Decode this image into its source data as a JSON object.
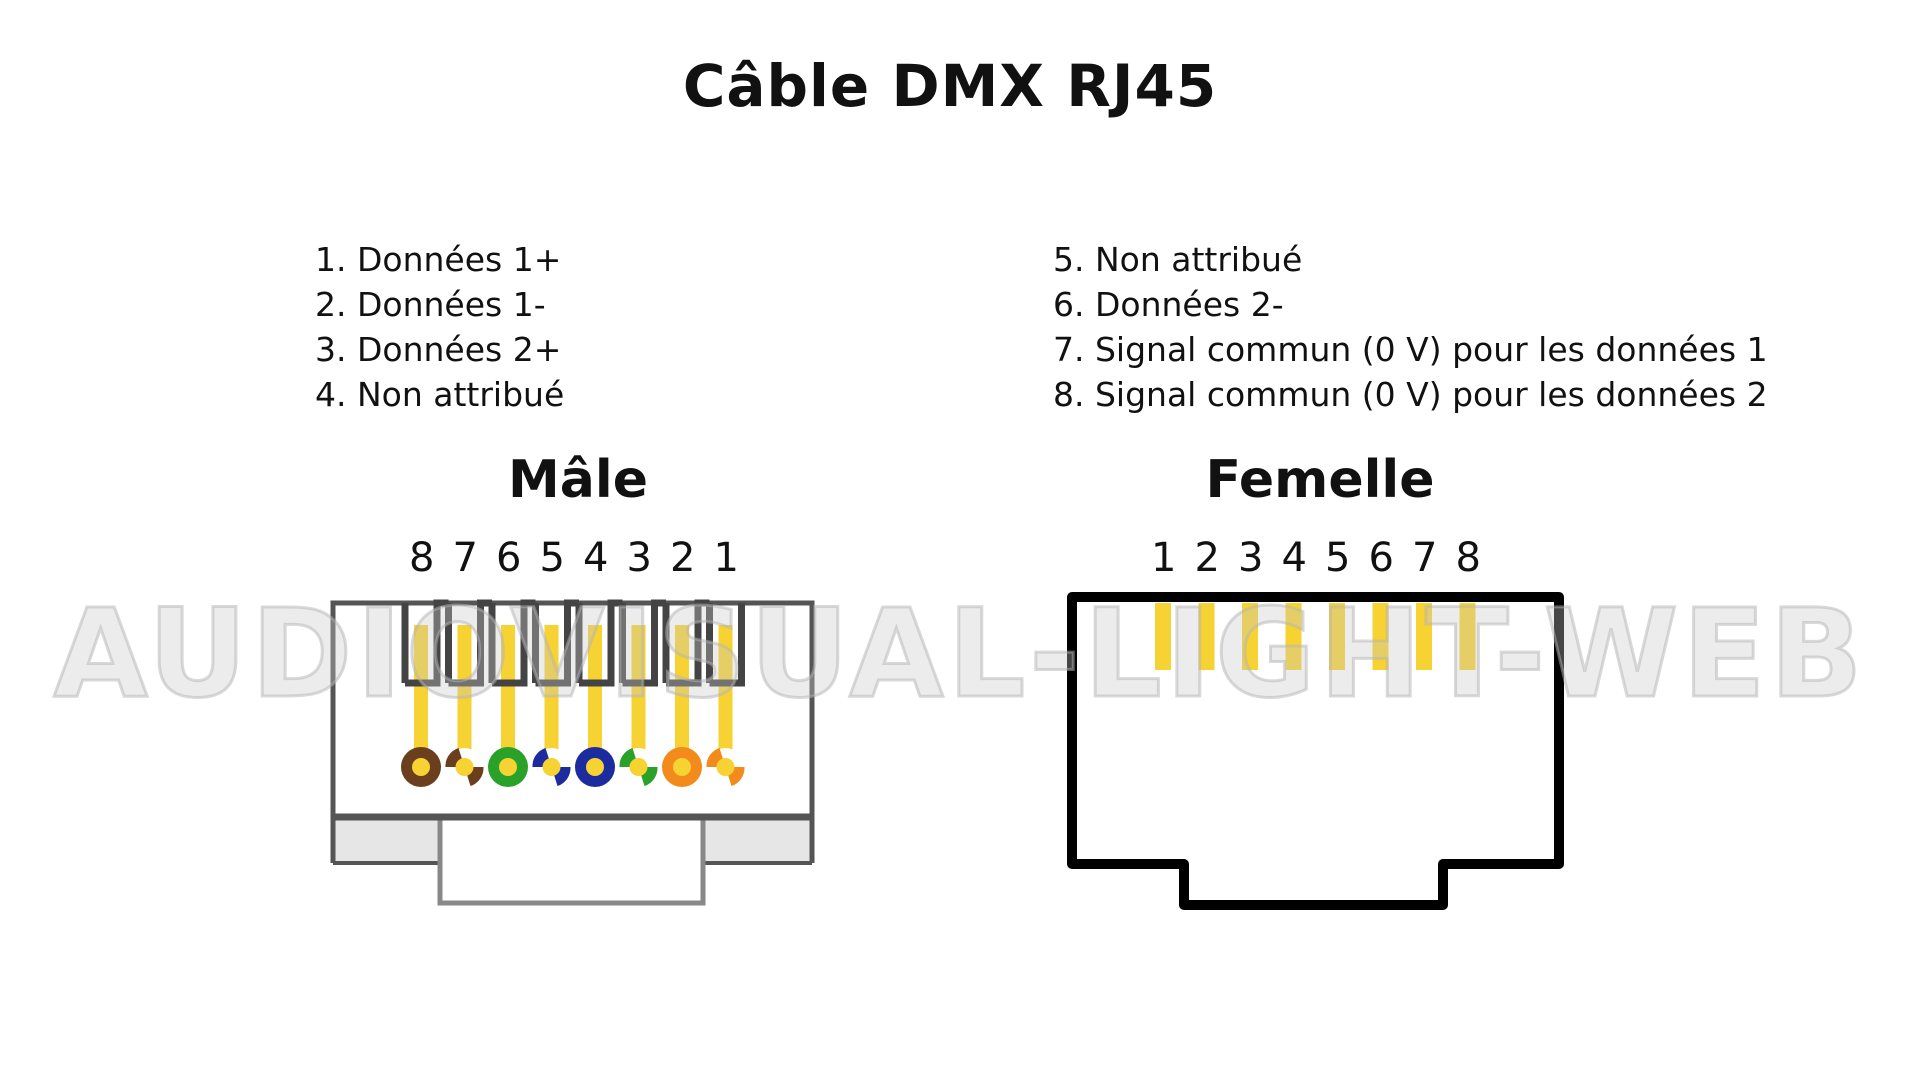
{
  "title": "Câble DMX RJ45",
  "legend": {
    "left": [
      "1. Données 1+",
      "2. Données 1-",
      "3. Données 2+",
      "4. Non attribué"
    ],
    "right": [
      "5. Non attribué",
      "6. Données 2-",
      "7. Signal commun (0 V) pour les données 1",
      "8. Signal commun (0 V) pour les données 2"
    ]
  },
  "male": {
    "label": "Mâle",
    "pin_numbers": [
      "8",
      "7",
      "6",
      "5",
      "4",
      "3",
      "2",
      "1"
    ],
    "wires": [
      {
        "color": "#6b3f1e",
        "striped": false
      },
      {
        "color": "#6b3f1e",
        "striped": true
      },
      {
        "color": "#2aa22a",
        "striped": false
      },
      {
        "color": "#1c2c9e",
        "striped": true
      },
      {
        "color": "#1c2c9e",
        "striped": false
      },
      {
        "color": "#2aa22a",
        "striped": true
      },
      {
        "color": "#f28a1c",
        "striped": false
      },
      {
        "color": "#f28a1c",
        "striped": true
      }
    ]
  },
  "female": {
    "label": "Femelle",
    "pin_numbers": [
      "1",
      "2",
      "3",
      "4",
      "5",
      "6",
      "7",
      "8"
    ]
  },
  "watermark": "AUDIOVISUAL-LIGHT-WEB",
  "colors": {
    "contact": "#f6d232",
    "male_outline": "#555555",
    "female_outline": "#000000"
  }
}
